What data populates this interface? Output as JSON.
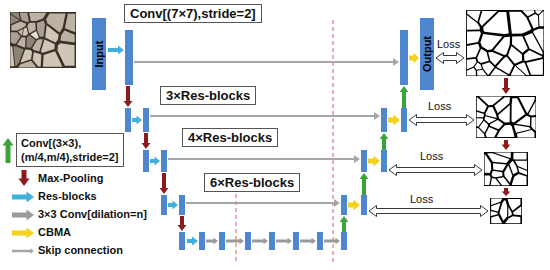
{
  "diagram": {
    "nodes": [
      {
        "text": [
          "Input"
        ]
      },
      {
        "text": [
          "Conv[(7×7),stride=2]"
        ]
      },
      {
        "text": [
          "3×Res-blocks"
        ]
      },
      {
        "text": [
          "4×Res-blocks"
        ]
      },
      {
        "text": [
          "6×Res-blocks"
        ]
      },
      {
        "text": [
          "Output"
        ]
      }
    ],
    "labels": [
      "Loss",
      "Loss",
      "Loss",
      "Loss"
    ],
    "legend": [
      {
        "text": "Conv[(3×3), (m/4,m/4),stride=2]"
      },
      {
        "text": "Max-Pooling"
      },
      {
        "text": "Res-blocks"
      },
      {
        "text": "3×3 Conv[dilation=n]"
      },
      {
        "text": "CBMA"
      },
      {
        "text": "Skip connection"
      }
    ]
  }
}
